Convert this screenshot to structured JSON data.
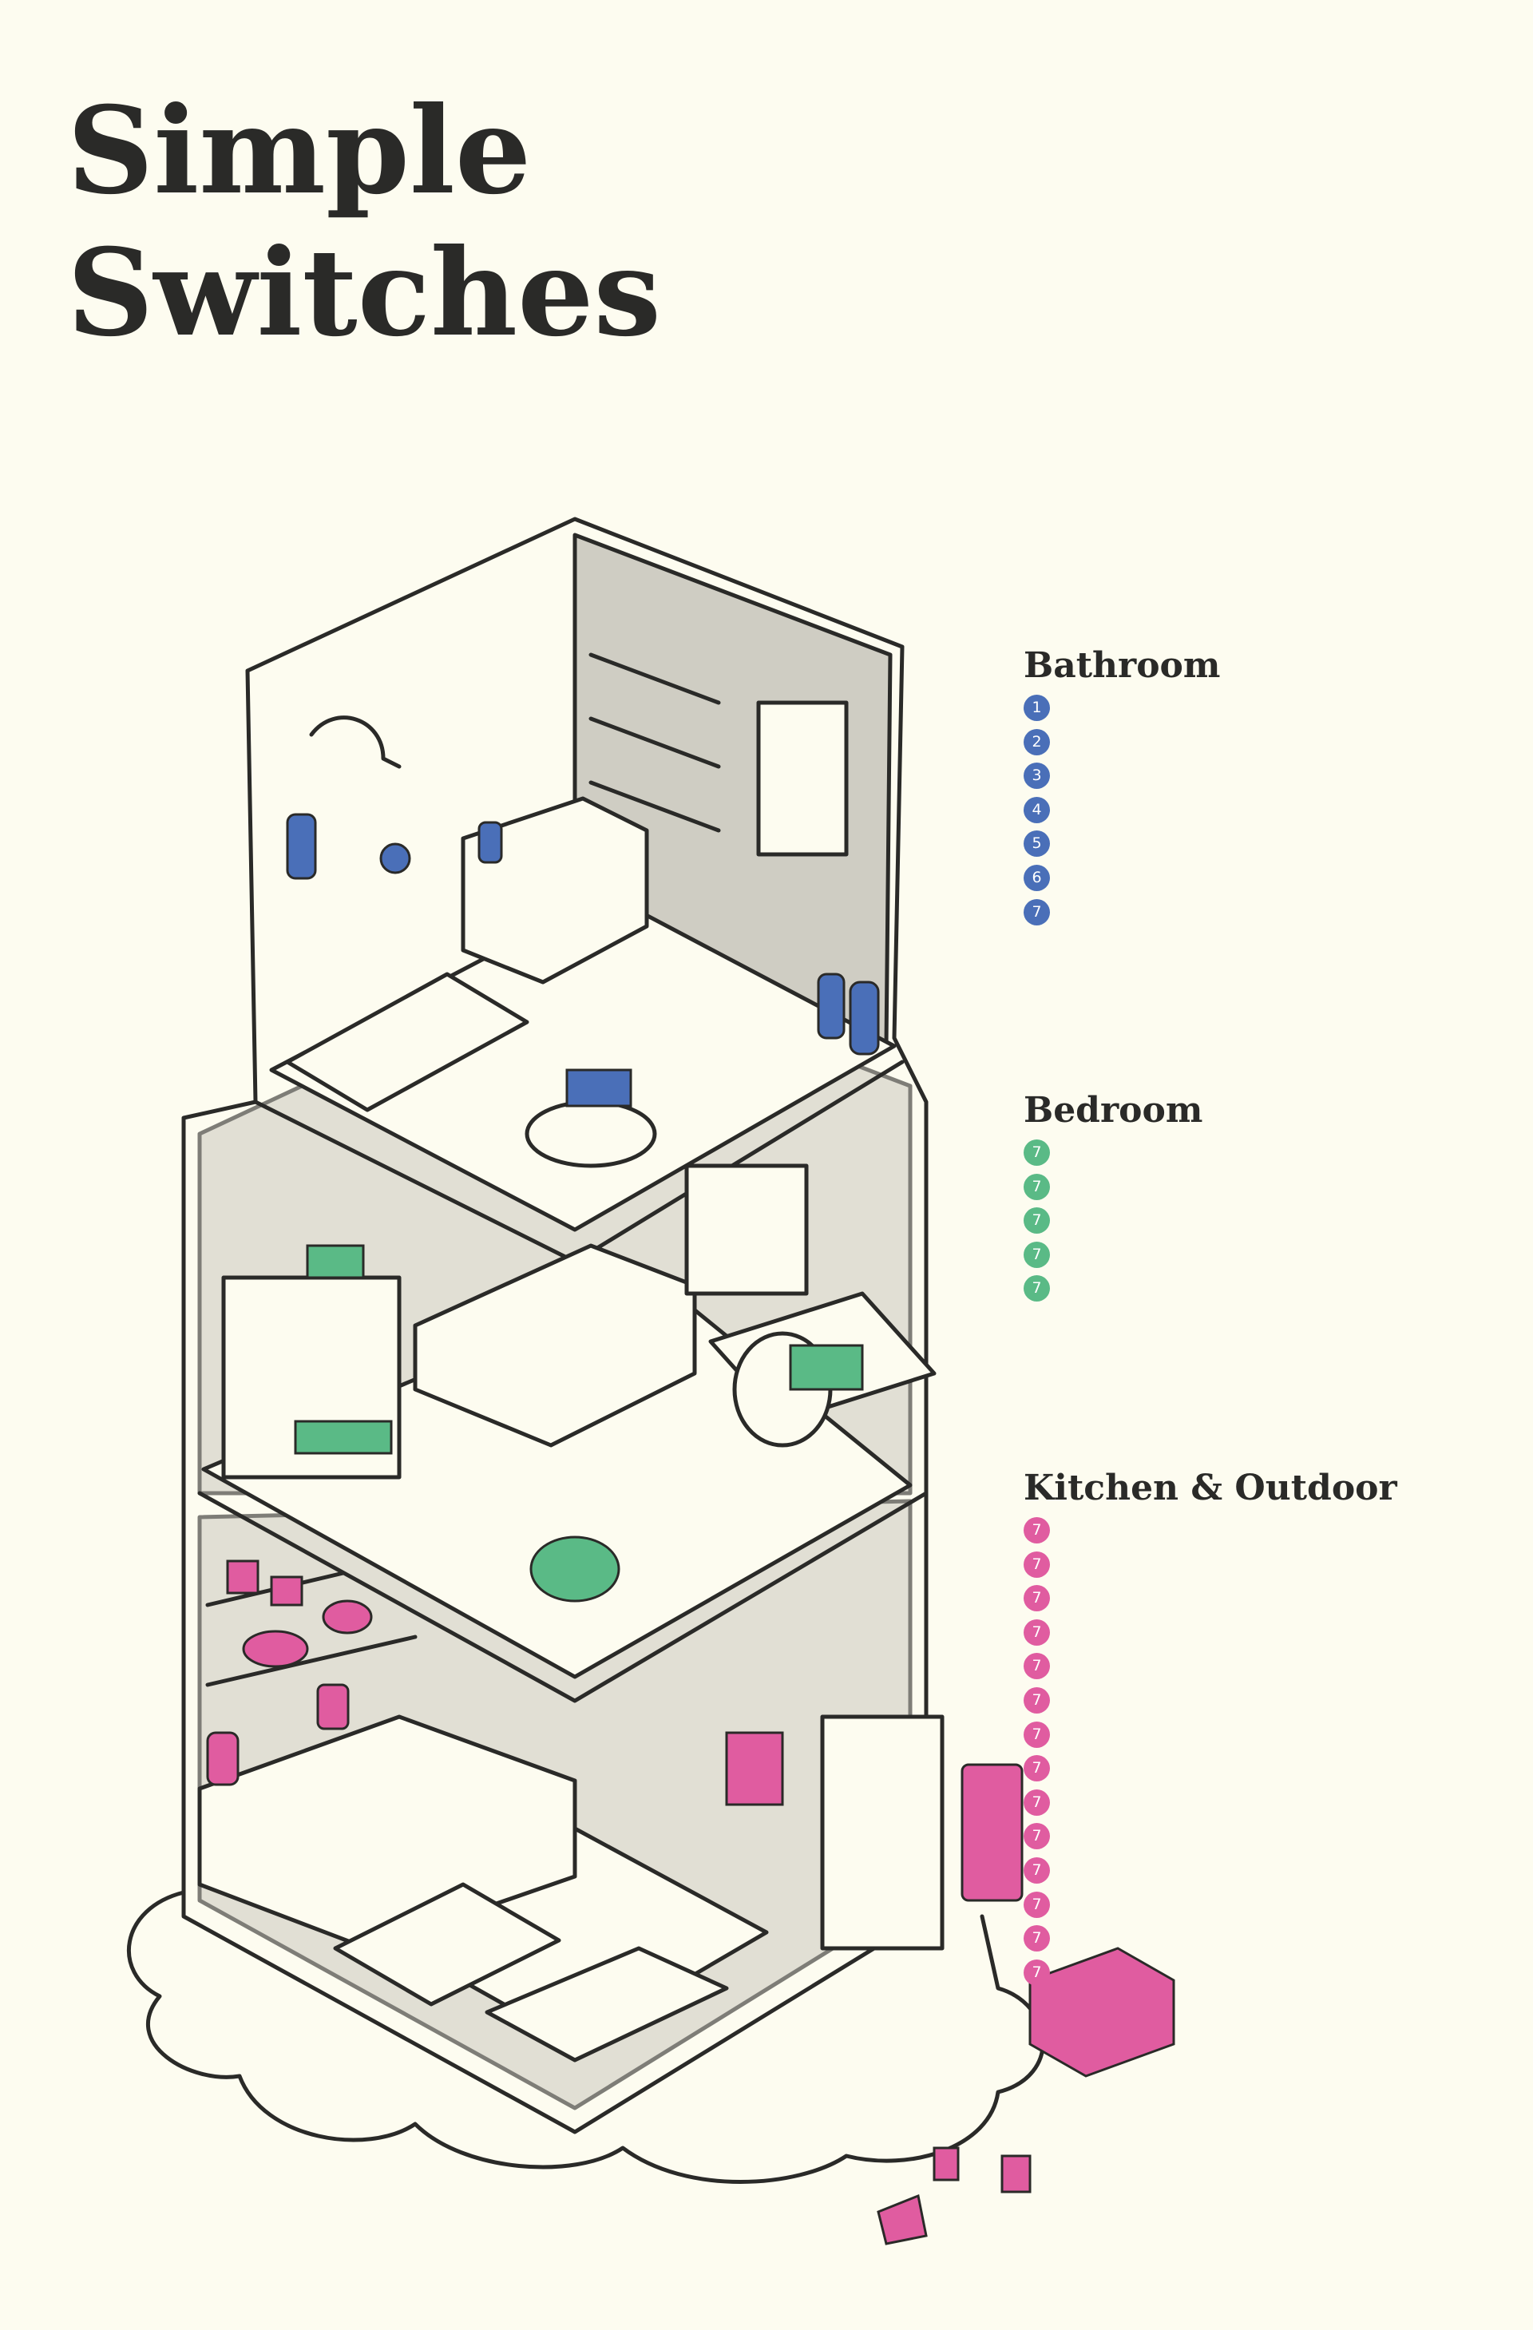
{
  "title": {
    "line1": "Simple",
    "line2": "Switches"
  },
  "colors": {
    "background": "#fdfcf0",
    "outline": "#2a2a28",
    "wall_shadow": "#cfcdc3",
    "bathroom_accent": "#4a6fb8",
    "bedroom_accent": "#5aba86",
    "kitchen_accent": "#e05ca0"
  },
  "legend": {
    "bathroom": {
      "heading": "Bathroom",
      "markers": [
        "1",
        "2",
        "3",
        "4",
        "5",
        "6",
        "7"
      ]
    },
    "bedroom": {
      "heading": "Bedroom",
      "markers": [
        "7",
        "7",
        "7",
        "7",
        "7"
      ]
    },
    "kitchen": {
      "heading": "Kitchen & Outdoor",
      "markers": [
        "7",
        "7",
        "7",
        "7",
        "7",
        "7",
        "7",
        "7",
        "7",
        "7",
        "7",
        "7",
        "7",
        "7"
      ]
    }
  }
}
